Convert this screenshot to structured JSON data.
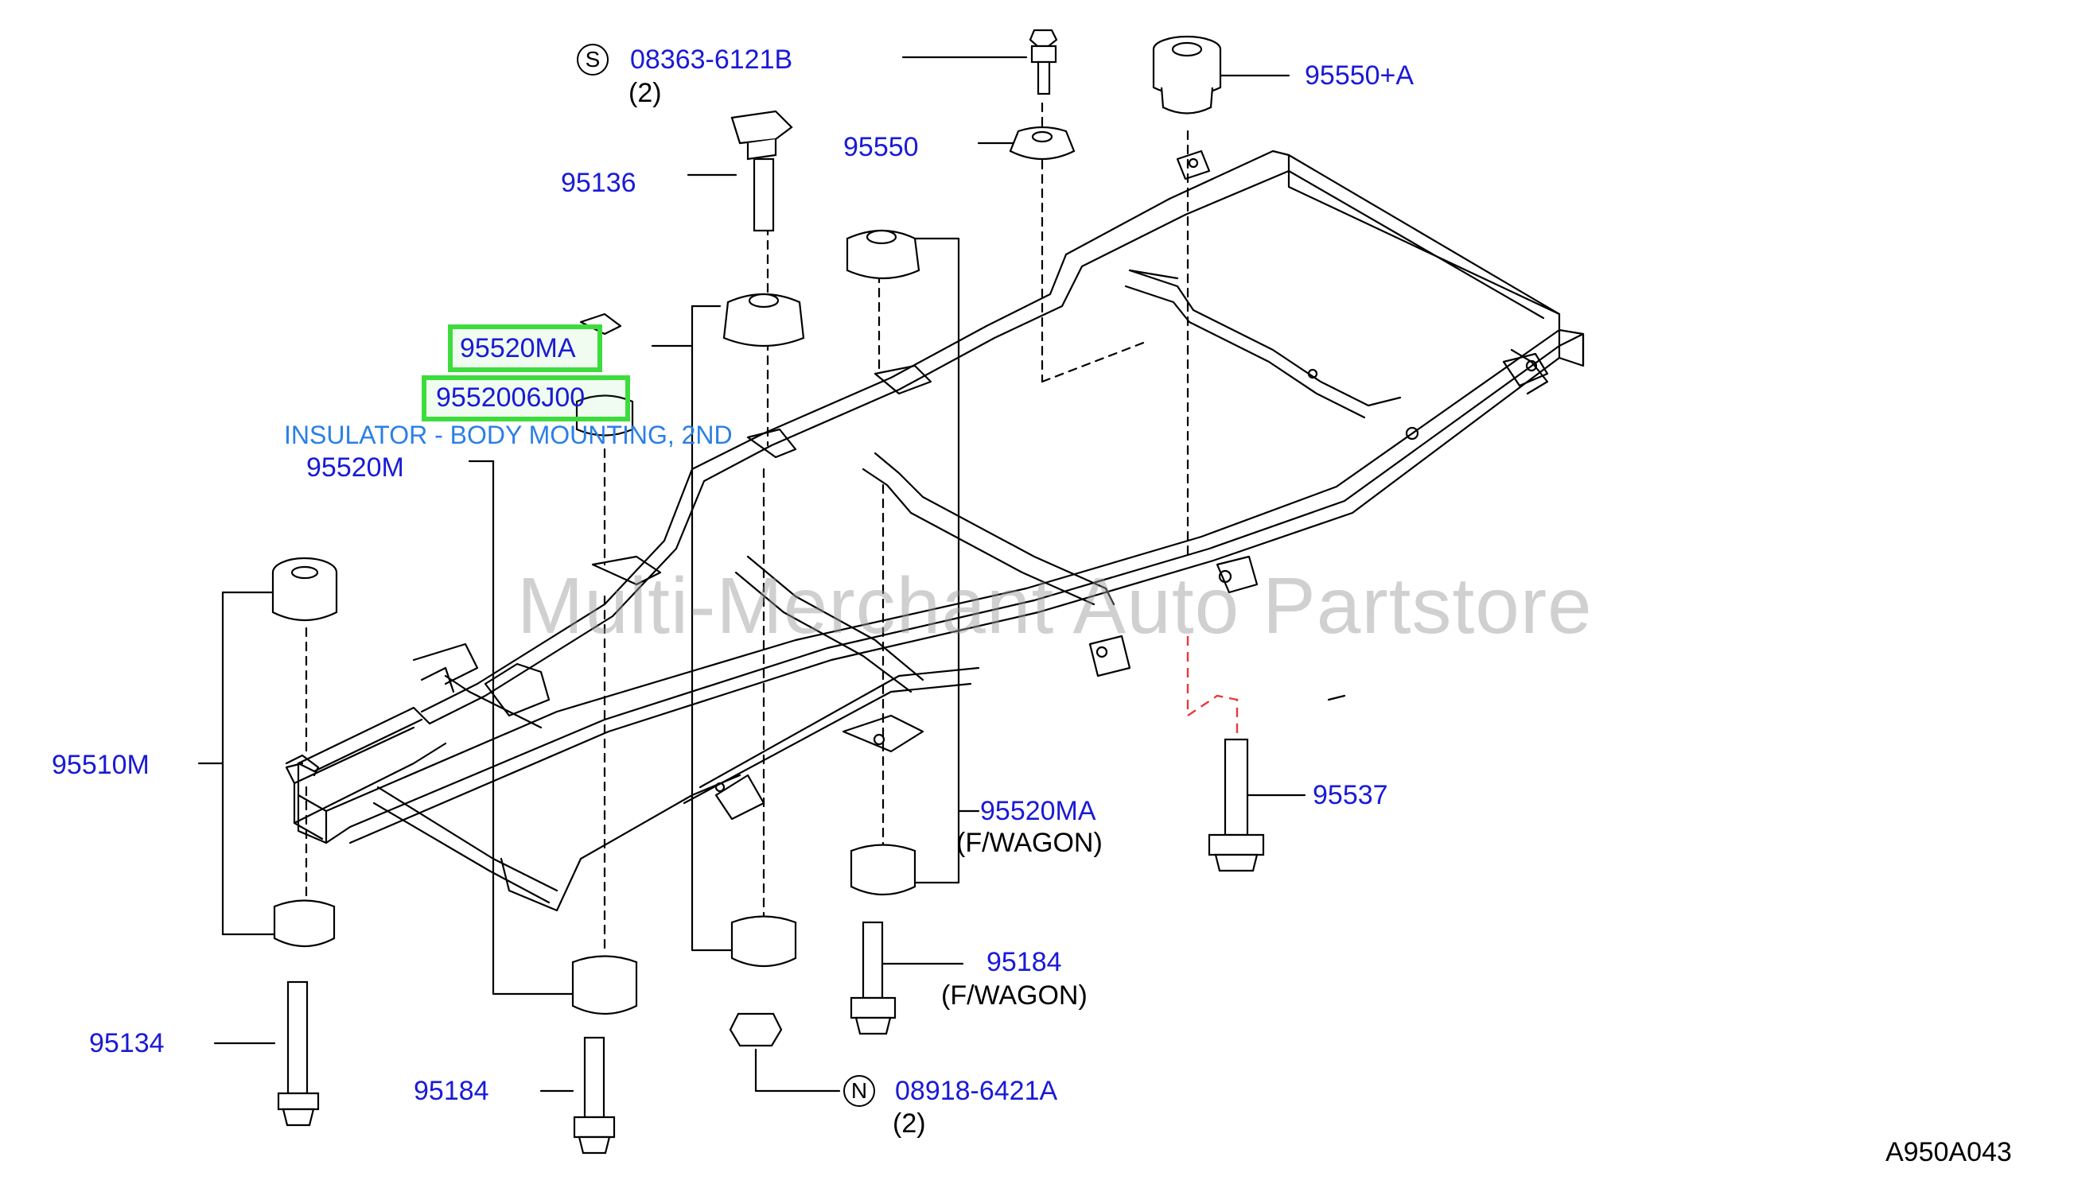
{
  "diagram": {
    "watermark": "Multi-Merchant Auto Partstore",
    "reference_code": "A950A043",
    "highlighted_part": {
      "number": "95520MA",
      "alt_number": "9552006J00",
      "description": "INSULATOR - BODY MOUNTING, 2ND"
    },
    "callouts": [
      {
        "id": "08363-6121B",
        "qty": "(2)",
        "marker": "S"
      },
      {
        "id": "95550+A"
      },
      {
        "id": "95550"
      },
      {
        "id": "95136"
      },
      {
        "id": "95520M"
      },
      {
        "id": "95510M"
      },
      {
        "id": "95520MA",
        "note": "(F/WAGON)"
      },
      {
        "id": "95537"
      },
      {
        "id": "95184",
        "note": "(F/WAGON)"
      },
      {
        "id": "95134"
      },
      {
        "id": "95184"
      },
      {
        "id": "08918-6421A",
        "qty": "(2)",
        "marker": "N"
      }
    ]
  }
}
